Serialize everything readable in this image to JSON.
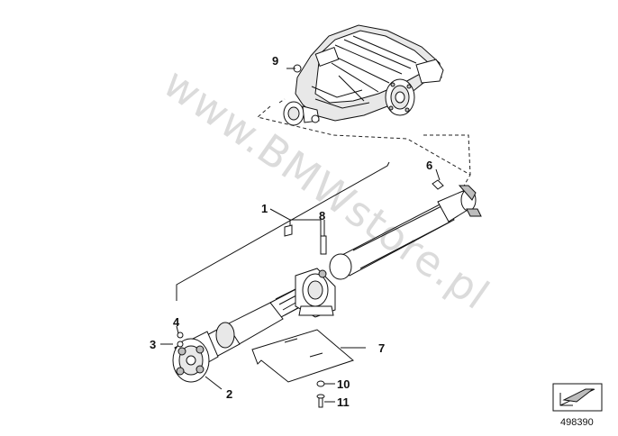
{
  "watermark": "www.BMWstore.pl",
  "diagram_number": "498390",
  "callouts": [
    {
      "id": "1",
      "label": "1"
    },
    {
      "id": "2",
      "label": "2"
    },
    {
      "id": "3",
      "label": "3"
    },
    {
      "id": "4",
      "label": "4"
    },
    {
      "id": "6",
      "label": "6"
    },
    {
      "id": "7",
      "label": "7"
    },
    {
      "id": "8",
      "label": "8"
    },
    {
      "id": "9",
      "label": "9"
    },
    {
      "id": "10",
      "label": "10"
    },
    {
      "id": "11",
      "label": "11"
    }
  ]
}
